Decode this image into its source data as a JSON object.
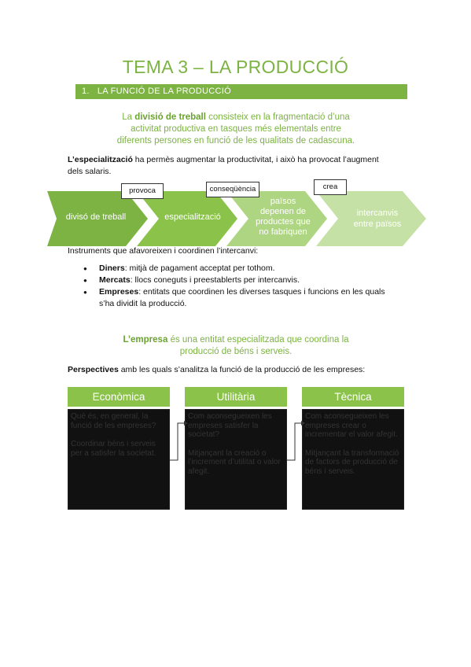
{
  "title": "TEMA 3 – LA PRODUCCIÓ",
  "section": {
    "number": "1.",
    "label": "LA FUNCIÓ DE LA PRODUCCIÓ"
  },
  "definition1": {
    "bold": "divisió de treball",
    "pre": "La",
    "line1_rest": "consisteix en la fragmentació d’una",
    "line2": "activitat productiva en tasques més elementals entre",
    "line3": "diferents persones en funció de les qualitats de cadascuna."
  },
  "specialization": {
    "bold": "L’especialització",
    "line1_rest": "ha permès augmentar la productivitat, i això ha provocat l’augment",
    "line2": "dels salaris."
  },
  "process": {
    "steps": [
      "divisó de treball",
      "especialització",
      "països depenen de productes que no fabriquen",
      "intercanvis entre països"
    ],
    "step3_lines": [
      "països",
      "depenen de",
      "productes que",
      "no fabriquen"
    ],
    "step4_lines": [
      "intercanvis",
      "entre països"
    ],
    "connectors": [
      "provoca",
      "conseqüència",
      "crea"
    ],
    "colors": [
      "#7cb342",
      "#8bc34a",
      "#aed581",
      "#c5e1a5"
    ]
  },
  "instruments": {
    "intro": "Instruments que afavoreixen i coordinen l’intercanvi:",
    "items": [
      {
        "term": "Diners",
        "text": ": mitjà de pagament acceptat per tothom."
      },
      {
        "term": "Mercats",
        "text": ": llocs coneguts i preestablerts per intercanvis."
      },
      {
        "term": "Empreses",
        "text": ": entitats que coordinen les diverses tasques i funcions en les quals",
        "cont": "s’ha dividit la producció."
      }
    ]
  },
  "definition2": {
    "bold": "L’empresa",
    "line1_rest": "és una entitat especialitzada que coordina la",
    "line2": "producció de béns i serveis."
  },
  "perspectives": {
    "bold": "Perspectives",
    "rest": "amb les quals s’analitza la funció de la producció de les empreses:",
    "columns": [
      {
        "title": "Econòmica",
        "p1": "Què és, en general, la funció de les empreses?",
        "p2": "Coordinar béns i serveis per a satisfer la societat."
      },
      {
        "title": "Utilitària",
        "p1": "Com aconsegueixen les empreses satisfer la societat?",
        "p2": "Mitjançant la creació o l’increment d’utilitat o valor afegit."
      },
      {
        "title": "Tècnica",
        "p1": "Com aconsegueixen les empreses crear o incrementar el valor afegit.",
        "p2": "Mitjançant la transformació de factors de producció de béns i serveis."
      }
    ]
  }
}
